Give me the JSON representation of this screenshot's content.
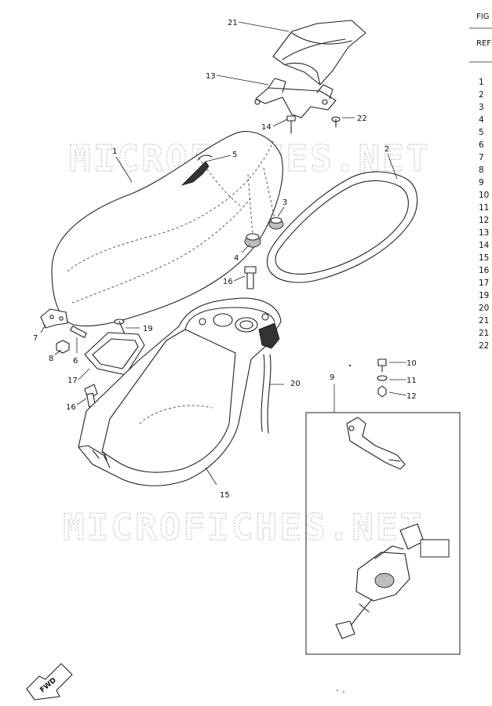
{
  "watermark": "MICROFICHES.NET",
  "ref_table": {
    "header_fig": "FIG",
    "header_ref": "REF",
    "numbers": [
      "1",
      "2",
      "3",
      "4",
      "5",
      "6",
      "7",
      "8",
      "9",
      "10",
      "11",
      "12",
      "13",
      "14",
      "15",
      "16",
      "17",
      "19",
      "20",
      "21",
      "21",
      "22"
    ]
  },
  "callouts": {
    "c1": "1",
    "c2": "2",
    "c3": "3",
    "c4": "4",
    "c5": "5",
    "c6": "6",
    "c7": "7",
    "c8": "8",
    "c9": "9",
    "c10": "10",
    "c11": "11",
    "c12": "12",
    "c13": "13",
    "c14": "14",
    "c15": "15",
    "c16a": "16",
    "c16b": "16",
    "c17": "17",
    "c19": "19",
    "c20": "20",
    "c21": "21",
    "c22": "22"
  },
  "forward_badge": "FWD"
}
